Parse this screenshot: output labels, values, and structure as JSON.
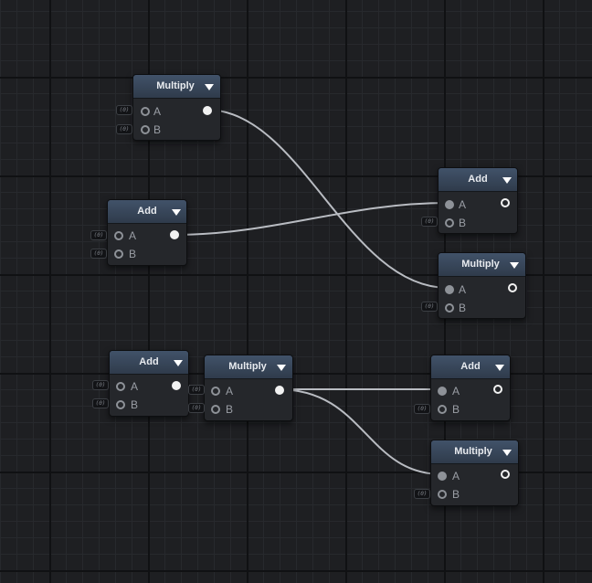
{
  "graph": {
    "port_labels": {
      "a": "A",
      "b": "B"
    },
    "default_value": "(0)",
    "colors": {
      "background": "#1e1f22",
      "node_header": "#3a4a5e",
      "node_body": "#25272b",
      "wire": "#b9bcc2",
      "port": "#8e9298"
    },
    "icons": {
      "dropdown": "triangle-down-icon",
      "port": "circle-port-icon"
    },
    "nodes": [
      {
        "title": "Multiply"
      },
      {
        "title": "Add"
      },
      {
        "title": "Add"
      },
      {
        "title": "Multiply"
      },
      {
        "title": "Add"
      },
      {
        "title": "Multiply"
      },
      {
        "title": "Add"
      },
      {
        "title": "Multiply"
      }
    ]
  }
}
